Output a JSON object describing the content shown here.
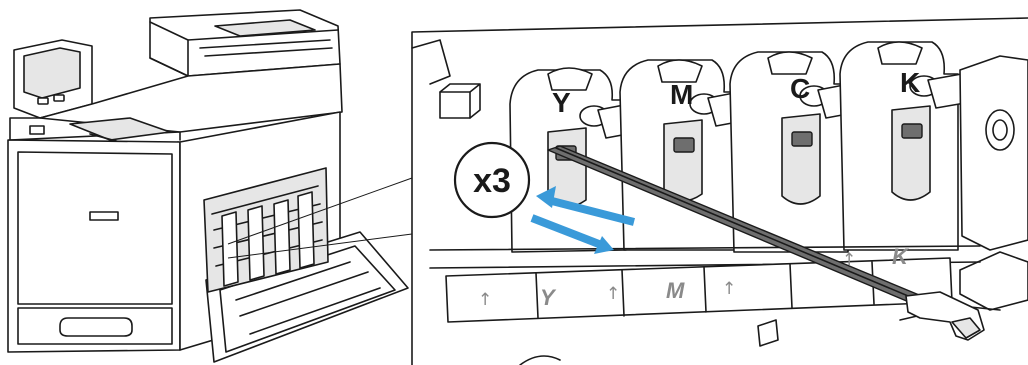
{
  "cartridge_labels": [
    "Y",
    "M",
    "C",
    "K"
  ],
  "slot_labels": [
    "Y",
    "M",
    "K"
  ],
  "slot_arrow_glyph": "↑",
  "repeat_count": "x3",
  "colors": {
    "line": "#1a1a1a",
    "gray_fill": "#e6e6e6",
    "rod_fill": "#6e6e6e",
    "motion_arrow": "#3a9ad9",
    "slot_text": "#8a8a8a"
  },
  "icons": [
    "printer-icon",
    "cleaning-rod-icon",
    "double-arrow-icon",
    "latch-icon",
    "up-arrow-icon"
  ]
}
